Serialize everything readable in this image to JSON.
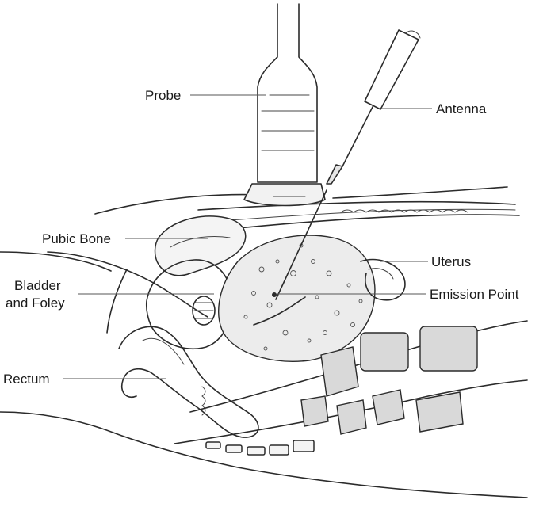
{
  "labels": {
    "probe": "Probe",
    "antenna": "Antenna",
    "pubic_bone": "Pubic Bone",
    "uterus": "Uterus",
    "bladder_line1": "Bladder",
    "bladder_line2": "and Foley",
    "emission_point": "Emission Point",
    "rectum": "Rectum"
  }
}
